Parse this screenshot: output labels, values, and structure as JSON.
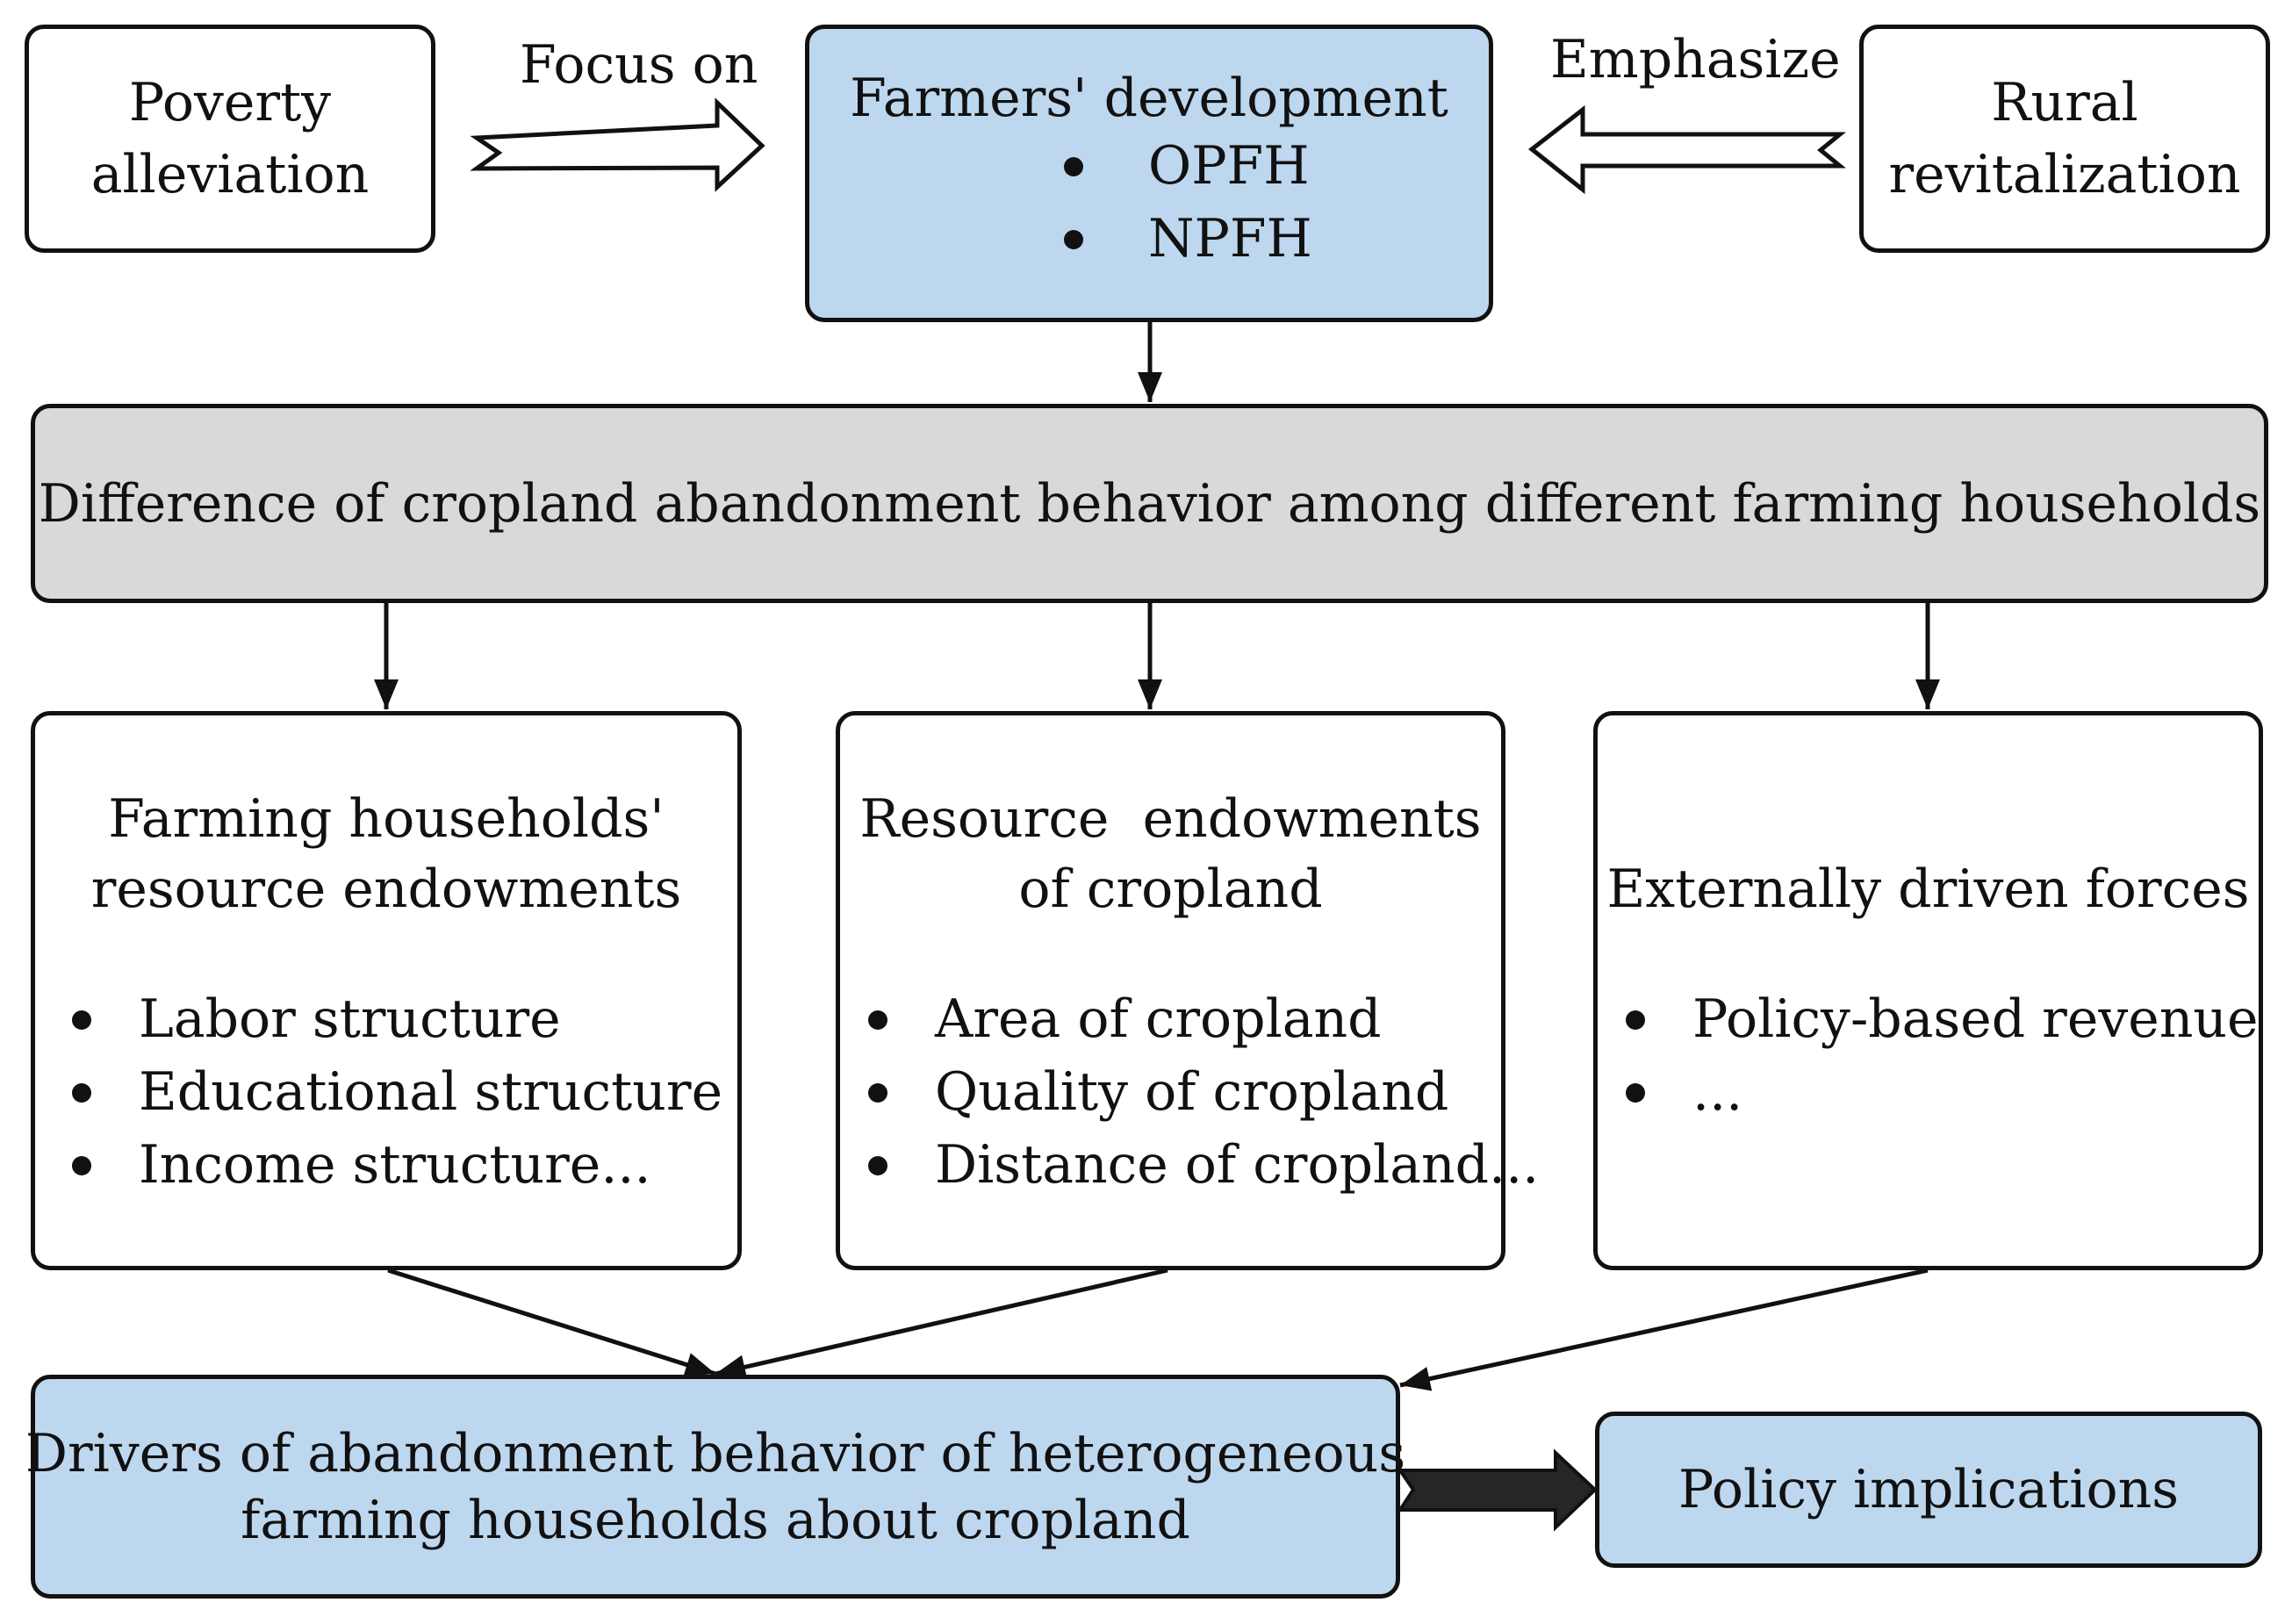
{
  "top": {
    "poverty": "Poverty alleviation",
    "poverty_lines": [
      "Poverty",
      "alleviation"
    ],
    "focus_on": "Focus on",
    "farmers_dev": {
      "title": "Farmers' development",
      "items": [
        "OPFH",
        "NPFH"
      ]
    },
    "emphasize": "Emphasize",
    "rural": "Rural revitalization",
    "rural_lines": [
      "Rural",
      "revitalization"
    ]
  },
  "difference": "Difference of cropland abandonment behavior among different farming households",
  "factors": [
    {
      "title": "Farming households' resource endowments",
      "title_lines": [
        "Farming households'",
        "resource endowments"
      ],
      "items": [
        "Labor structure",
        "Educational structure",
        "Income structure..."
      ]
    },
    {
      "title": "Resource endowments of cropland",
      "title_lines": [
        "Resource  endowments",
        "of cropland"
      ],
      "items": [
        "Area of cropland",
        "Quality of cropland",
        "Distance of cropland..."
      ]
    },
    {
      "title": "Externally driven forces",
      "title_lines": [
        "Externally driven forces"
      ],
      "items": [
        "Policy-based revenue",
        "..."
      ]
    }
  ],
  "drivers": "Drivers of abandonment behavior of heterogeneous farming households about cropland",
  "drivers_lines": [
    "Drivers of abandonment behavior of heterogeneous",
    "farming households about cropland"
  ],
  "policy": "Policy implications",
  "colors": {
    "blue_box": "#bdd7ee",
    "gray_box": "#d9d9d9",
    "stroke": "#111111",
    "fat_arrow": "#262626"
  }
}
